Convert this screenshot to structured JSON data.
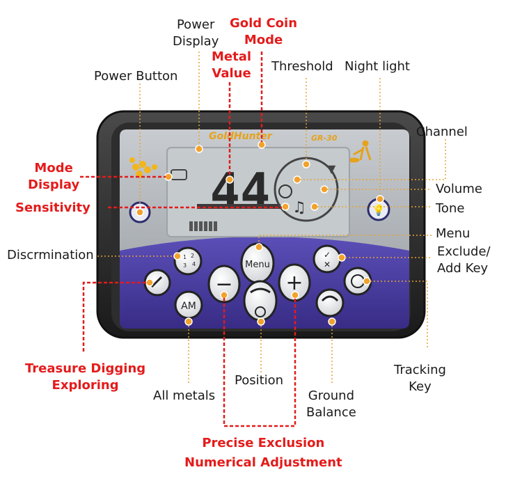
{
  "device": {
    "brand_logo": "GoldHunter",
    "model": "GR-30",
    "display_digits": "44",
    "buttons": {
      "menu": "Menu",
      "all_metals": "AM",
      "minus": "−",
      "plus": "+"
    },
    "discrimination_digits": [
      "1",
      "2",
      "3",
      "4"
    ]
  },
  "labels": {
    "power_display": [
      "Power",
      "Display"
    ],
    "gold_coin_mode": [
      "Gold Coin",
      "Mode"
    ],
    "metal_value": [
      "Metal",
      "Value"
    ],
    "power_button": "Power Button",
    "threshold": "Threshold",
    "night_light": "Night light",
    "channel": "Channel",
    "mode_display": [
      "Mode",
      "Display"
    ],
    "sensitivity": "Sensitivity",
    "volume": "Volume",
    "tone": "Tone",
    "menu": "Menu",
    "discrimination": "Discrmination",
    "exclude_add_key": [
      "Exclude/",
      "Add Key"
    ],
    "treasure_digging": [
      "Treasure Digging",
      "Exploring"
    ],
    "tracking_key": [
      "Tracking",
      "Key"
    ],
    "position": "Position",
    "all_metals": "All metals",
    "ground_balance": [
      "Ground",
      "Balance"
    ],
    "precise_exclusion": [
      "Precise Exclusion",
      "Numerical Adjustment"
    ]
  },
  "colors": {
    "red_label": "#e41b1b",
    "leader_gold": "#e7a235",
    "panel_purple": "#4a3fa0",
    "bezel": "#2b2b2b",
    "lcd": "#c9ced2"
  }
}
